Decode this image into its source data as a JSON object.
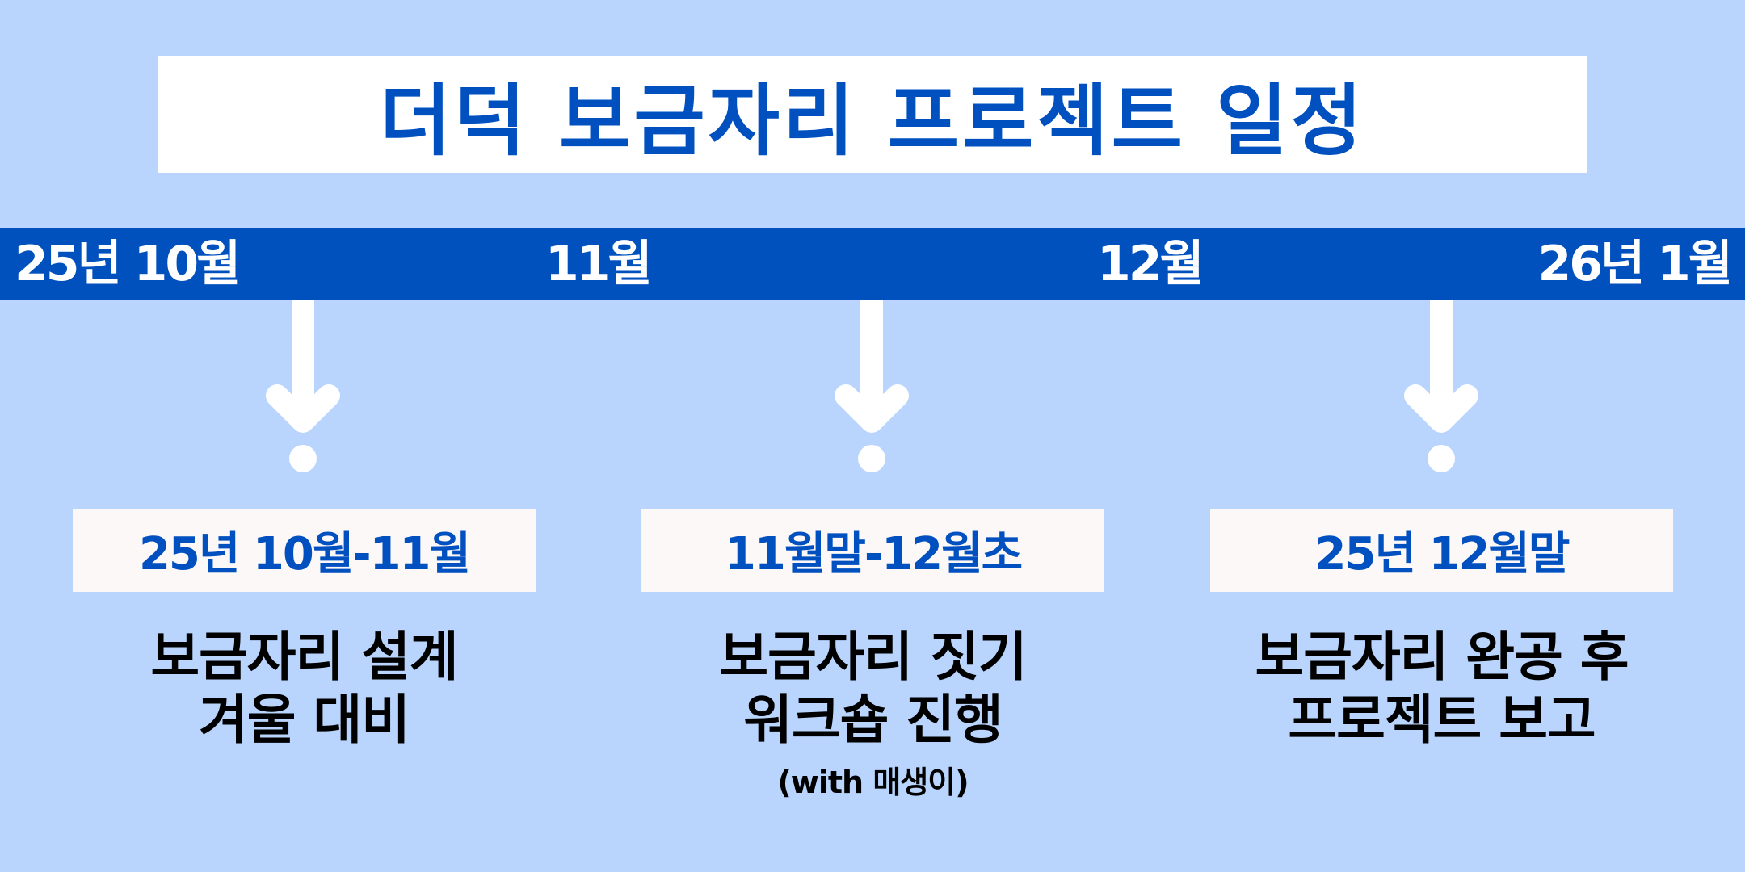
{
  "title": "더덕 보금자리 프로젝트 일정",
  "timeline": {
    "labels": [
      "25년 10월",
      "11월",
      "12월",
      "26년 1월"
    ]
  },
  "milestones": [
    {
      "period": "25년 10월-11월",
      "line1": "보금자리 설계",
      "line2": "겨울 대비"
    },
    {
      "period": "11월말-12월초",
      "line1": "보금자리 짓기",
      "line2": "워크숍 진행",
      "note": "(with 매생이)"
    },
    {
      "period": "25년 12월말",
      "line1": "보금자리 완공 후",
      "line2": "프로젝트 보고"
    }
  ],
  "colors": {
    "background": "#b9d5fd",
    "accent": "#0050be",
    "box": "#fdf8f8"
  }
}
